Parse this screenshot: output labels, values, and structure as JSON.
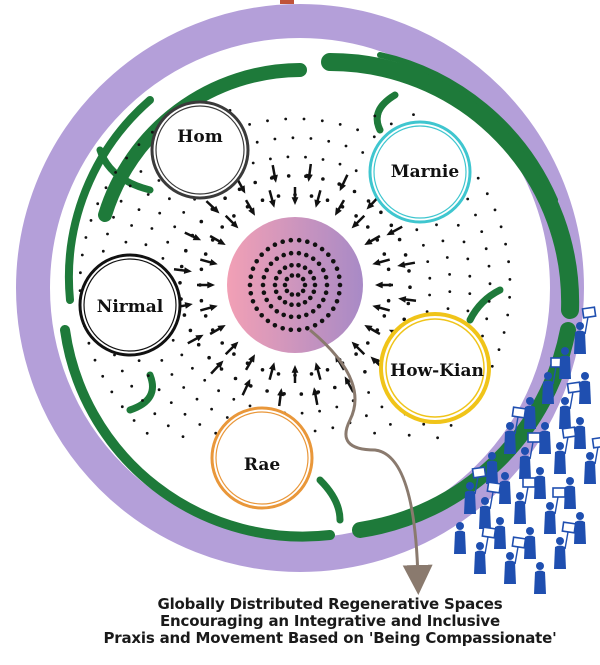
{
  "participants": [
    {
      "name": "Hom",
      "ring_color": "#3a3a3a"
    },
    {
      "name": "Marnie",
      "ring_color": "#3fc6cf"
    },
    {
      "name": "Nirmal",
      "ring_color": "#111111"
    },
    {
      "name": "How-Kian",
      "ring_color": "#f0c419"
    },
    {
      "name": "Rae",
      "ring_color": "#e9973a"
    }
  ],
  "caption": {
    "line1": "Globally Distributed Regenerative Spaces",
    "line2": "Encouraging an Integrative and Inclusive",
    "line3": "Praxis and Movement Based on 'Being Compassionate'"
  },
  "colors": {
    "outer_ring": "#b49fd9",
    "brush_ring": "#1e7a3a",
    "center_gradient_start": "#f2a0b5",
    "center_gradient_end": "#a88ac6",
    "crowd": "#1f4fb0",
    "arrow": "#8a7a6e"
  },
  "icons": {
    "center": "concentric-dots-icon",
    "crowd": "protest-crowd-icon"
  }
}
